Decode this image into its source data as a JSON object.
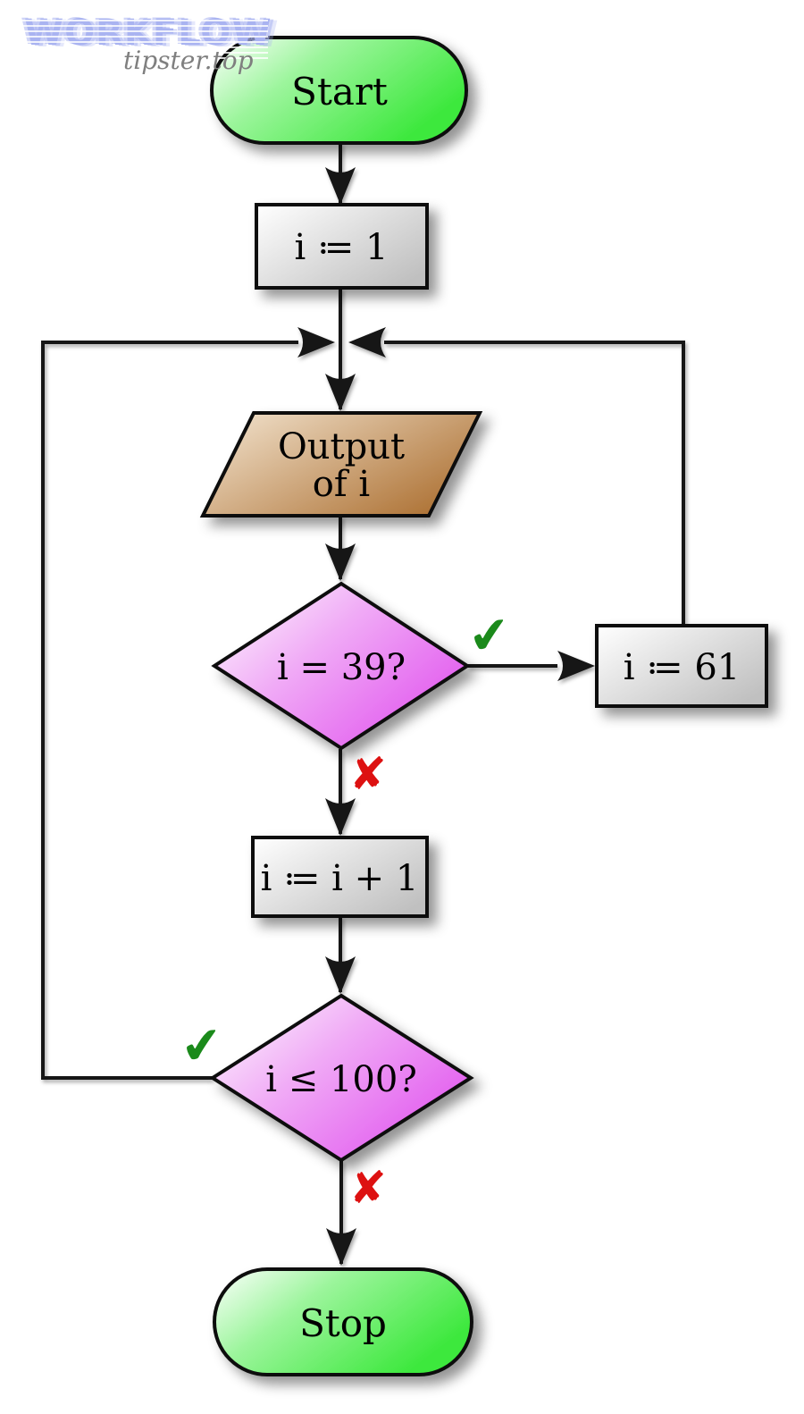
{
  "watermark": {
    "title": "WORKFLOW",
    "subtitle": "tipster.top"
  },
  "flowchart": {
    "nodes": {
      "start": {
        "type": "terminator",
        "label": "Start"
      },
      "init": {
        "type": "process",
        "label": "i ≔ 1"
      },
      "output": {
        "type": "input-output",
        "line1": "Output",
        "line2": "of i"
      },
      "check39": {
        "type": "decision",
        "label": "i = 39?"
      },
      "set61": {
        "type": "process",
        "label": "i ≔ 61"
      },
      "increment": {
        "type": "process",
        "label": "i ≔ i + 1"
      },
      "check100": {
        "type": "decision",
        "label": "i ≤ 100?"
      },
      "stop": {
        "type": "terminator",
        "label": "Stop"
      }
    },
    "marks": {
      "yes39": "✔",
      "no39": "✘",
      "yes100": "✔",
      "no100": "✘"
    },
    "edges": [
      {
        "from": "start",
        "to": "init"
      },
      {
        "from": "init",
        "to": "output"
      },
      {
        "from": "output",
        "to": "check39"
      },
      {
        "from": "check39",
        "to": "set61",
        "branch": "yes"
      },
      {
        "from": "set61",
        "to": "output",
        "branch": "loop-back"
      },
      {
        "from": "check39",
        "to": "increment",
        "branch": "no"
      },
      {
        "from": "increment",
        "to": "check100"
      },
      {
        "from": "check100",
        "to": "output",
        "branch": "yes-loop-back"
      },
      {
        "from": "check100",
        "to": "stop",
        "branch": "no"
      }
    ],
    "colors": {
      "terminator_green": "#3ce83c",
      "process_gray": "#c0c0c0",
      "io_brown": "#b0763a",
      "decision_magenta": "#e155ee",
      "check_green": "#1b8a1b",
      "cross_red": "#dd1111",
      "line_black": "#141414",
      "watermark_blue": "#a9b3f1"
    }
  }
}
